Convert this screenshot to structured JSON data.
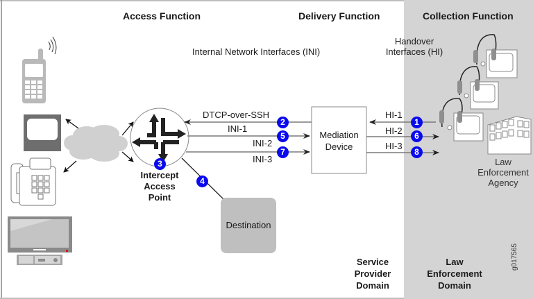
{
  "colors": {
    "collection_bg": "#d4d4d4",
    "badge": "#0a0aee",
    "device_gray": "#b9b9b9",
    "line_gray": "#7a7a7a",
    "destination_bg": "#bfbfbf"
  },
  "headers": {
    "access": "Access Function",
    "delivery": "Delivery Function",
    "collection": "Collection Function"
  },
  "interfaces": {
    "ini": "Internal Network Interfaces (INI)",
    "hi_line1": "Handover",
    "hi_line2": "Interfaces (HI)"
  },
  "links": {
    "dtcp": "DTCP-over-SSH",
    "ini1": "INI-1",
    "ini2": "INI-2",
    "ini3": "INI-3",
    "hi1": "HI-1",
    "hi2": "HI-2",
    "hi3": "HI-3"
  },
  "badges": {
    "b1": "1",
    "b2": "2",
    "b3": "3",
    "b4": "4",
    "b5": "5",
    "b6": "6",
    "b7": "7",
    "b8": "8"
  },
  "nodes": {
    "mediation_line1": "Mediation",
    "mediation_line2": "Device",
    "destination": "Destination",
    "iap_line1": "Intercept",
    "iap_line2": "Access",
    "iap_line3": "Point",
    "lea_line1": "Law",
    "lea_line2": "Enforcement",
    "lea_line3": "Agency"
  },
  "domains": {
    "sp_line1": "Service",
    "sp_line2": "Provider",
    "sp_line3": "Domain",
    "le_line1": "Law",
    "le_line2": "Enforcement",
    "le_line3": "Domain"
  },
  "figure_id": "g017565"
}
